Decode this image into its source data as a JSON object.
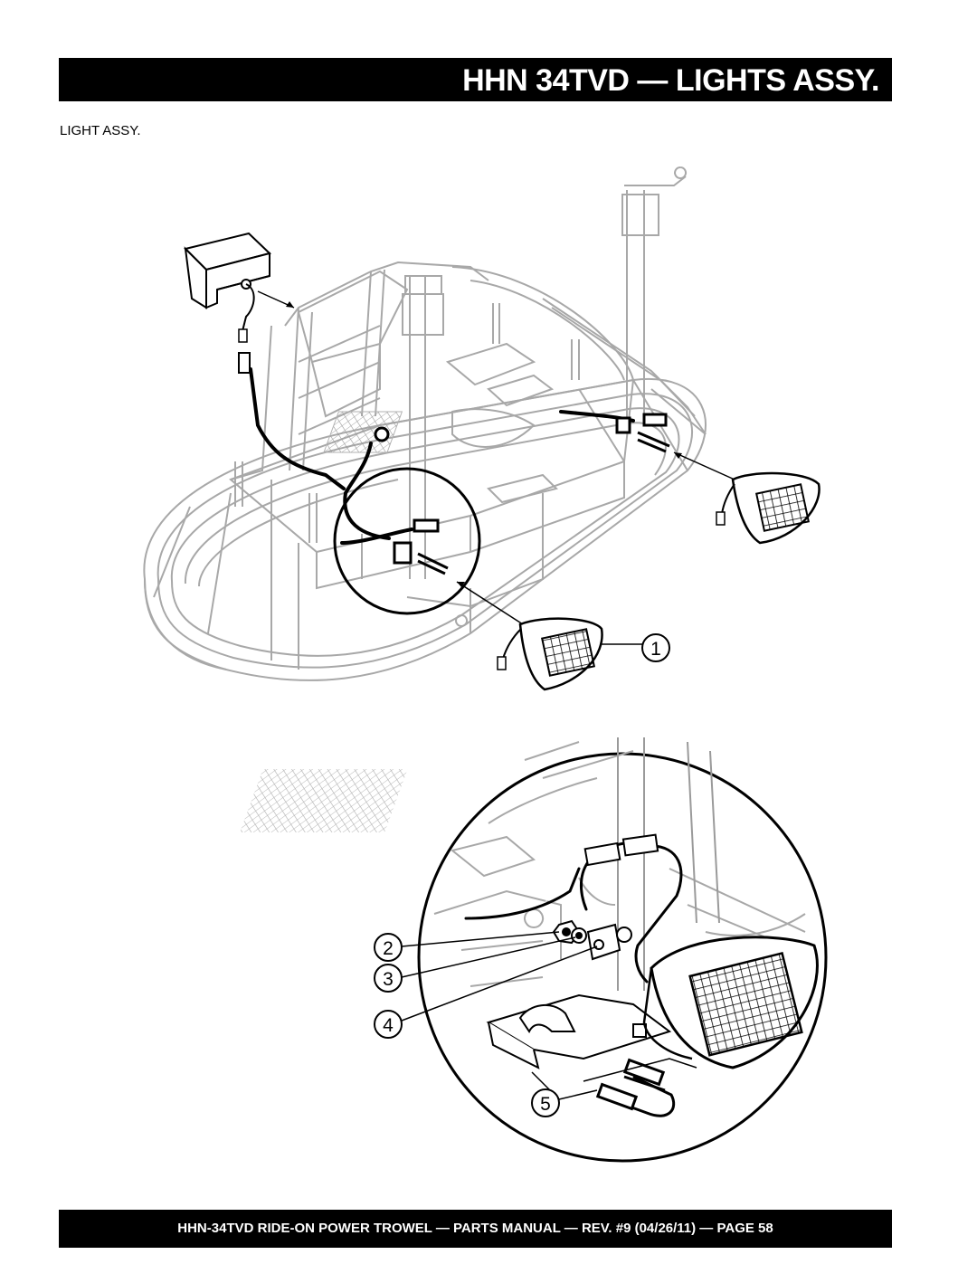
{
  "header": {
    "title": "HHN 34TVD — LIGHTS ASSY."
  },
  "section": {
    "subtitle": "LIGHT ASSY."
  },
  "callouts": [
    "1",
    "2",
    "3",
    "4",
    "5"
  ],
  "footer": {
    "text": "HHN-34TVD  RIDE-ON POWER TROWEL — PARTS MANUAL — REV. #9 (04/26/11) — PAGE 58"
  }
}
